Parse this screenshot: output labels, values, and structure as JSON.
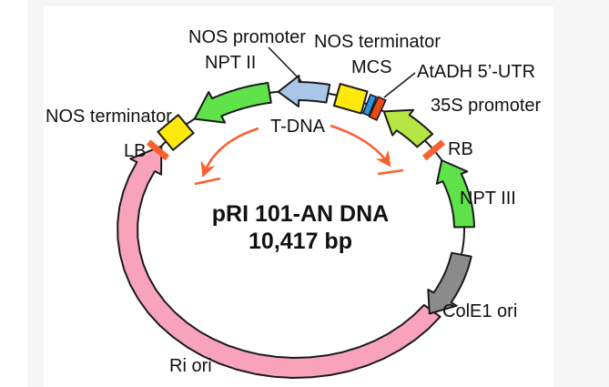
{
  "figure_type": "plasmid-map",
  "title": {
    "name": "pRI 101-AN DNA",
    "size": "10,417 bp"
  },
  "labels": {
    "nos_promoter": "NOS promoter",
    "nos_terminator_top": "NOS terminator",
    "npt2": "NPT II",
    "mcs": "MCS",
    "atadh": "AtADH 5’-UTR",
    "s35": "35S promoter",
    "nos_terminator_left": "NOS terminator",
    "lb": "LB",
    "rb": "RB",
    "npt3": "NPT III",
    "t_dna": "T-DNA",
    "cole1": "ColE1 ori",
    "ri_ori": "Ri ori"
  },
  "colors": {
    "green": "#5fe24a",
    "yellow_green": "#b6e644",
    "light_blue": "#a9c6e9",
    "yellow": "#ffe80c",
    "pink": "#f9a2bc",
    "gray": "#8b8b8b",
    "orange": "#f9602f",
    "mcs_blue": "#2e93e4",
    "atadh_bar": "#ee4a15",
    "red_label": "#fb3a30",
    "outline": "#1a1a1a",
    "text": "#111111",
    "panel_bg": "#f7f6f6",
    "figure_bg": "#ffffff"
  },
  "features": [
    {
      "key": "ri_ori",
      "label": "Ri ori",
      "type": "arrow",
      "color": "pink"
    },
    {
      "key": "npt2",
      "label": "NPT II",
      "type": "arrow",
      "color": "green"
    },
    {
      "key": "nos_promoter",
      "label": "NOS promoter",
      "type": "arrow",
      "color": "light_blue"
    },
    {
      "key": "s35_promoter",
      "label": "35S promoter",
      "type": "arrow",
      "color": "yellow_green"
    },
    {
      "key": "npt3",
      "label": "NPT III",
      "type": "arrow",
      "color": "green"
    },
    {
      "key": "cole1_ori",
      "label": "ColE1 ori",
      "type": "arrow",
      "color": "gray"
    },
    {
      "key": "nos_terminator_left",
      "label": "NOS terminator",
      "type": "box",
      "color": "yellow"
    },
    {
      "key": "nos_terminator_top",
      "label": "NOS terminator",
      "type": "box",
      "color": "yellow"
    },
    {
      "key": "mcs_site",
      "label": "MCS",
      "type": "bar",
      "color": "mcs_blue"
    },
    {
      "key": "atadh_utr",
      "label": "AtADH 5’-UTR",
      "type": "bar",
      "color": "atadh_bar"
    },
    {
      "key": "lb_border",
      "label": "LB",
      "type": "tick",
      "color": "orange"
    },
    {
      "key": "rb_border",
      "label": "RB",
      "type": "tick",
      "color": "orange"
    }
  ]
}
